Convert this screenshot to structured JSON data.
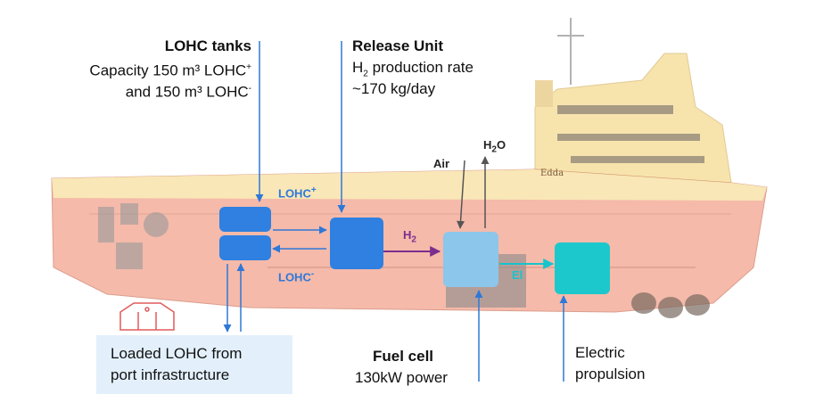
{
  "lohc_tanks": {
    "title": "LOHC tanks",
    "line1_prefix": "Capacity 150 m³ LOHC",
    "line1_sup": "+",
    "line2_prefix": "and 150 m³ LOHC",
    "line2_sup": "-"
  },
  "release_unit": {
    "title": "Release Unit",
    "line1_h": "H",
    "line1_sub": "2",
    "line1_rest": " production rate",
    "line2": "~170 kg/day"
  },
  "fuel_cell": {
    "title": "Fuel cell",
    "subtitle": "130kW power"
  },
  "electric": {
    "line1": "Electric",
    "line2": "propulsion"
  },
  "port": {
    "line1": "Loaded LOHC from",
    "line2": "port infrastructure"
  },
  "flow_labels": {
    "lohc_plus": "LOHC",
    "lohc_plus_sup": "+",
    "lohc_minus": "LOHC",
    "lohc_minus_sup": "-",
    "h2": "H",
    "h2_sub": "2",
    "air": "Air",
    "h2o_h": "H",
    "h2o_sub": "2",
    "h2o_o": "O",
    "el": "El"
  },
  "ship_name": "Edda",
  "colors": {
    "hull": "#f2a48e",
    "deck": "#f7e0a0",
    "tank_box": "#2f80e0",
    "release_box": "#2f80e0",
    "fuel_cell_box": "#8cc6ea",
    "electric_box": "#1cc8cc",
    "arrow_blue": "#2e78d8",
    "arrow_purple": "#7a2e8e",
    "arrow_teal": "#16c4cc",
    "port_bg": "#e3f0fb",
    "tank_icon": "#e05a5a"
  }
}
